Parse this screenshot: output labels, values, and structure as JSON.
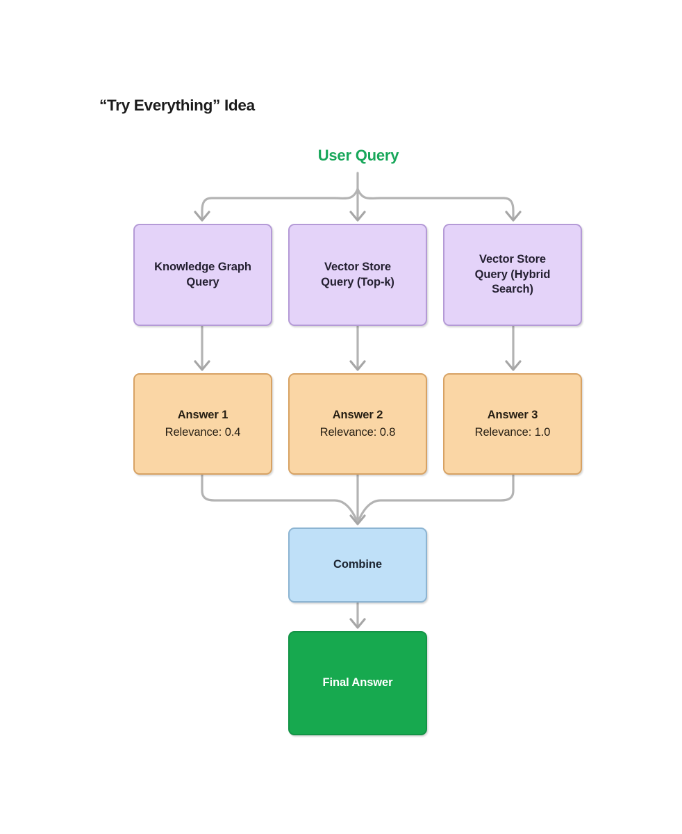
{
  "page": {
    "title": "“Try Everything” Idea",
    "background": "#ffffff"
  },
  "root": {
    "label": "User Query",
    "color": "#18a75a"
  },
  "nodes": {
    "kg": {
      "title": "Knowledge Graph",
      "title2": "Query"
    },
    "topk": {
      "title": "Vector Store",
      "title2": "Query (Top-k)"
    },
    "hybrid": {
      "title": "Vector Store",
      "title2": "Query (Hybrid",
      "title3": "Search)"
    },
    "answer1": {
      "title": "Answer 1",
      "sub": "Relevance: 0.4"
    },
    "answer2": {
      "title": "Answer 2",
      "sub": "Relevance: 0.8"
    },
    "answer3": {
      "title": "Answer 3",
      "sub": "Relevance: 1.0"
    },
    "combine": {
      "title": "Combine"
    },
    "final": {
      "title": "Final Answer"
    }
  },
  "palette": {
    "query_fill": "#e4d3f9",
    "query_border": "#b49ad6",
    "answer_fill": "#fad6a5",
    "answer_border": "#d7a264",
    "combine_fill": "#bfe0f8",
    "combine_border": "#8cb4d2",
    "final_fill": "#17a94f",
    "final_border": "#139346",
    "connector": "#b3b3b3"
  },
  "chart_data": {
    "type": "diagram",
    "title": "“Try Everything” Idea",
    "nodes": [
      {
        "id": "user_query",
        "label": "User Query",
        "kind": "root-label"
      },
      {
        "id": "kg_query",
        "label": "Knowledge Graph Query",
        "kind": "query"
      },
      {
        "id": "topk_query",
        "label": "Vector Store Query (Top-k)",
        "kind": "query"
      },
      {
        "id": "hybrid_query",
        "label": "Vector Store Query (Hybrid Search)",
        "kind": "query"
      },
      {
        "id": "answer_1",
        "label": "Answer 1",
        "relevance": 0.4,
        "kind": "answer"
      },
      {
        "id": "answer_2",
        "label": "Answer 2",
        "relevance": 0.8,
        "kind": "answer"
      },
      {
        "id": "answer_3",
        "label": "Answer 3",
        "relevance": 1.0,
        "kind": "answer"
      },
      {
        "id": "combine",
        "label": "Combine",
        "kind": "combine"
      },
      {
        "id": "final_answer",
        "label": "Final Answer",
        "kind": "final"
      }
    ],
    "edges": [
      {
        "from": "user_query",
        "to": "kg_query"
      },
      {
        "from": "user_query",
        "to": "topk_query"
      },
      {
        "from": "user_query",
        "to": "hybrid_query"
      },
      {
        "from": "kg_query",
        "to": "answer_1"
      },
      {
        "from": "topk_query",
        "to": "answer_2"
      },
      {
        "from": "hybrid_query",
        "to": "answer_3"
      },
      {
        "from": "answer_1",
        "to": "combine"
      },
      {
        "from": "answer_2",
        "to": "combine"
      },
      {
        "from": "answer_3",
        "to": "combine"
      },
      {
        "from": "combine",
        "to": "final_answer"
      }
    ]
  }
}
